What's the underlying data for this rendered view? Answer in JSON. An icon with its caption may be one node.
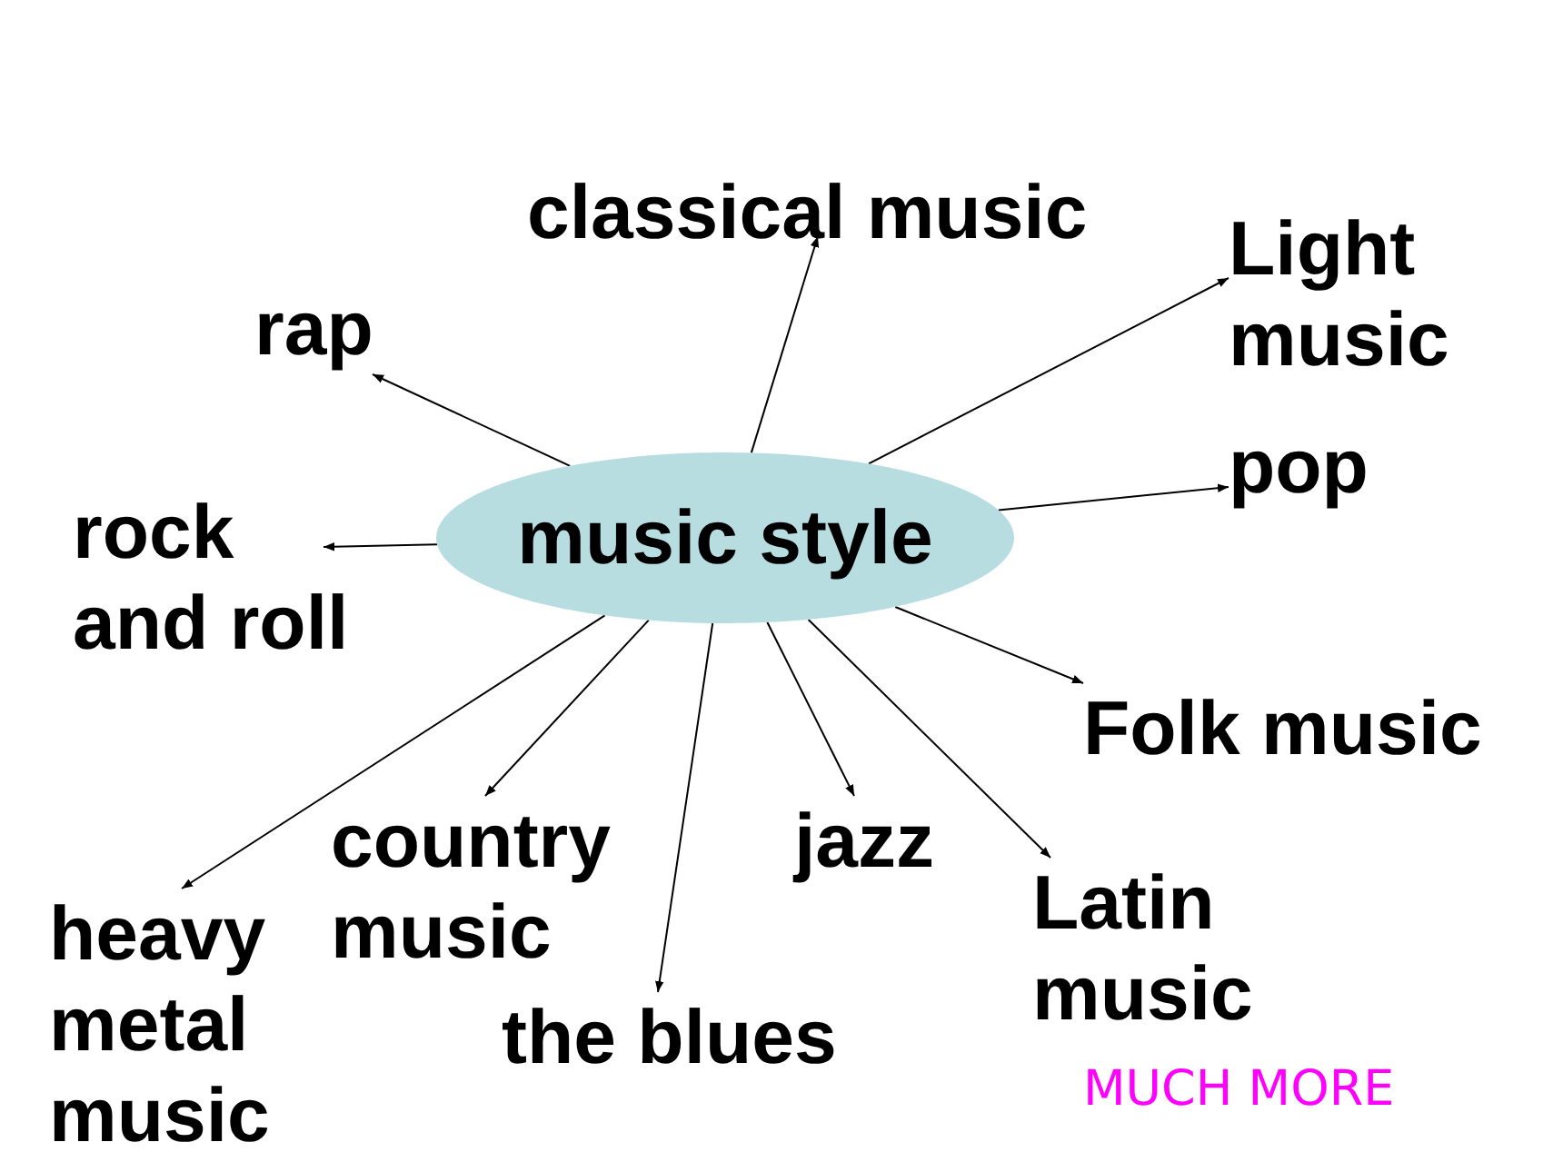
{
  "diagram": {
    "nodes": [
      {
        "text": [
          "music style"
        ]
      },
      {
        "text": [
          "classical music"
        ]
      },
      {
        "text": [
          "Light music"
        ]
      },
      {
        "text": [
          "rap"
        ]
      },
      {
        "text": [
          "pop"
        ]
      },
      {
        "text": [
          "rock and roll"
        ]
      },
      {
        "text": [
          "Folk music"
        ]
      },
      {
        "text": [
          "country music"
        ]
      },
      {
        "text": [
          "jazz"
        ]
      },
      {
        "text": [
          "Latin music"
        ]
      },
      {
        "text": [
          "heavy metal music"
        ]
      },
      {
        "text": [
          "the blues"
        ]
      }
    ],
    "edges": [
      {
        "from": 0,
        "to": 1,
        "arrow": "to"
      },
      {
        "from": 0,
        "to": 2,
        "arrow": "to"
      },
      {
        "from": 0,
        "to": 3,
        "arrow": "to"
      },
      {
        "from": 0,
        "to": 4,
        "arrow": "to"
      },
      {
        "from": 0,
        "to": 5,
        "arrow": "to"
      },
      {
        "from": 0,
        "to": 6,
        "arrow": "to"
      },
      {
        "from": 0,
        "to": 7,
        "arrow": "to"
      },
      {
        "from": 0,
        "to": 8,
        "arrow": "to"
      },
      {
        "from": 0,
        "to": 9,
        "arrow": "to"
      },
      {
        "from": 0,
        "to": 10,
        "arrow": "to"
      },
      {
        "from": 0,
        "to": 11,
        "arrow": "to"
      }
    ],
    "labels": [
      "MUCH MORE"
    ]
  }
}
